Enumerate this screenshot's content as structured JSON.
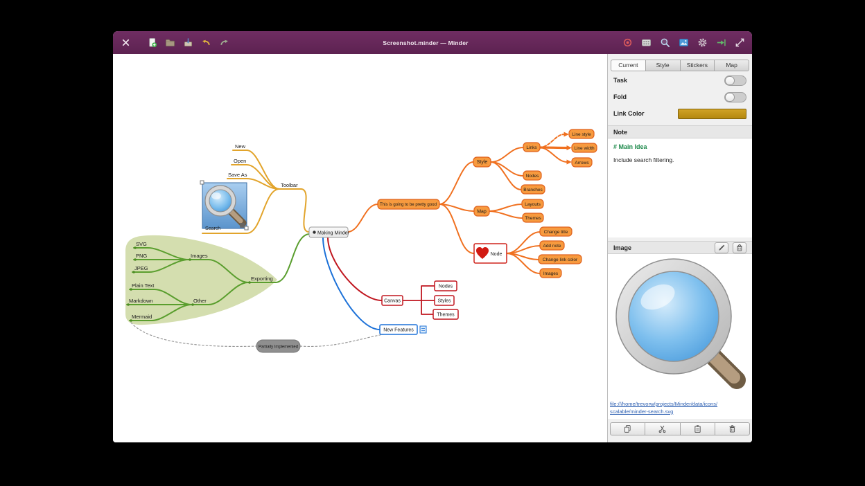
{
  "window": {
    "title": "Screenshot.minder — Minder"
  },
  "header": {
    "left_buttons": [
      "close",
      "new-document",
      "open",
      "save-as",
      "undo",
      "redo"
    ],
    "right_buttons": [
      "focus",
      "overview",
      "zoom",
      "export-image",
      "settings",
      "export",
      "fullscreen"
    ]
  },
  "sidebar": {
    "tabs": [
      "Current",
      "Style",
      "Stickers",
      "Map"
    ],
    "selected_tab": "Current",
    "task_label": "Task",
    "task_enabled": false,
    "fold_label": "Fold",
    "fold_enabled": false,
    "link_color_label": "Link Color",
    "link_color": "#C79A1E",
    "note_label": "Note",
    "note_heading": "# Main Idea",
    "note_body": "Include search filtering.",
    "image_label": "Image",
    "image_link_line1": "file:///home/trevorw/projects/Minder/data/icons/",
    "image_link_line2": "scalable/minder-search.svg",
    "footer_buttons": [
      "copy",
      "cut",
      "paste",
      "delete"
    ]
  },
  "mindmap": {
    "root": "Making Minder",
    "toolbar": "Toolbar",
    "toolbar_new": "New",
    "toolbar_open": "Open",
    "toolbar_save_as": "Save As",
    "toolbar_search": "Search",
    "exporting": "Exporting",
    "exporting_images": "Images",
    "exporting_other": "Other",
    "images_svg": "SVG",
    "images_png": "PNG",
    "images_jpeg": "JPEG",
    "other_plain_text": "Plain Text",
    "other_markdown": "Markdown",
    "other_mermaid": "Mermaid",
    "pretty_good": "This is going to be pretty good",
    "style": "Style",
    "style_links": "Links",
    "links_line_style": "Line style",
    "links_line_width": "Line width",
    "links_arrows": "Arrows",
    "style_nodes": "Nodes",
    "style_branches": "Branches",
    "map": "Map",
    "map_layouts": "Layouts",
    "map_themes": "Themes",
    "node": "Node",
    "node_change_title": "Change title",
    "node_add_note": "Add note",
    "node_change_link_color": "Change link color",
    "node_images": "Images",
    "canvas": "Canvas",
    "canvas_nodes": "Nodes",
    "canvas_styles": "Styles",
    "canvas_themes": "Themes",
    "new_features": "New Features",
    "partially_implemented": "Partially Implemented"
  },
  "colors": {
    "titlebar": "#6D2A5E",
    "branch_yellow": "#E2A42B",
    "branch_green": "#5A9E2E",
    "branch_orange": "#F0701F",
    "branch_red": "#C0161F",
    "branch_blue": "#1C71D8",
    "branch_gray": "#9A9A9A",
    "group_fill": "#CCD8A1",
    "gray_node_fill": "#8F8F8F",
    "orange_node_fill": "#F79A3E"
  }
}
